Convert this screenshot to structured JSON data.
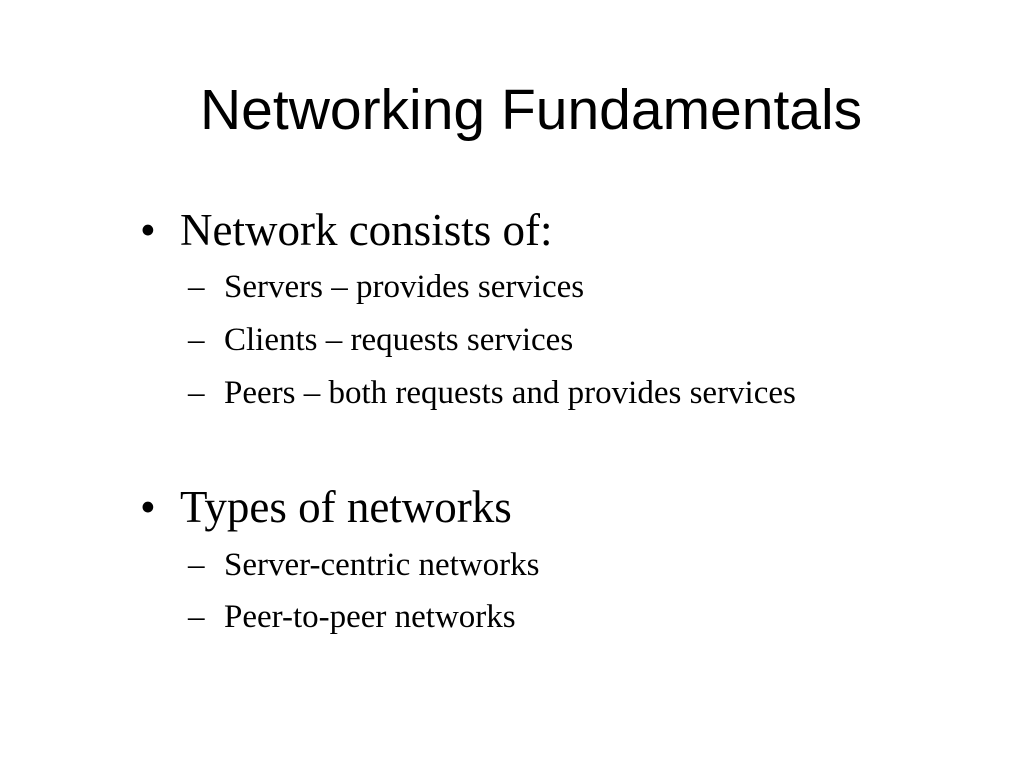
{
  "slide": {
    "title": "Networking Fundamentals",
    "sections": [
      {
        "bullet_symbol": "•",
        "heading": "Network consists of:",
        "items": [
          {
            "dash": "–",
            "text": "Servers – provides services"
          },
          {
            "dash": "–",
            "text": "Clients – requests services"
          },
          {
            "dash": "–",
            "text": "Peers – both requests and provides services"
          }
        ]
      },
      {
        "bullet_symbol": "•",
        "heading": "Types of networks",
        "items": [
          {
            "dash": "–",
            "text": "Server-centric networks"
          },
          {
            "dash": "–",
            "text": "Peer-to-peer networks"
          }
        ]
      }
    ]
  }
}
